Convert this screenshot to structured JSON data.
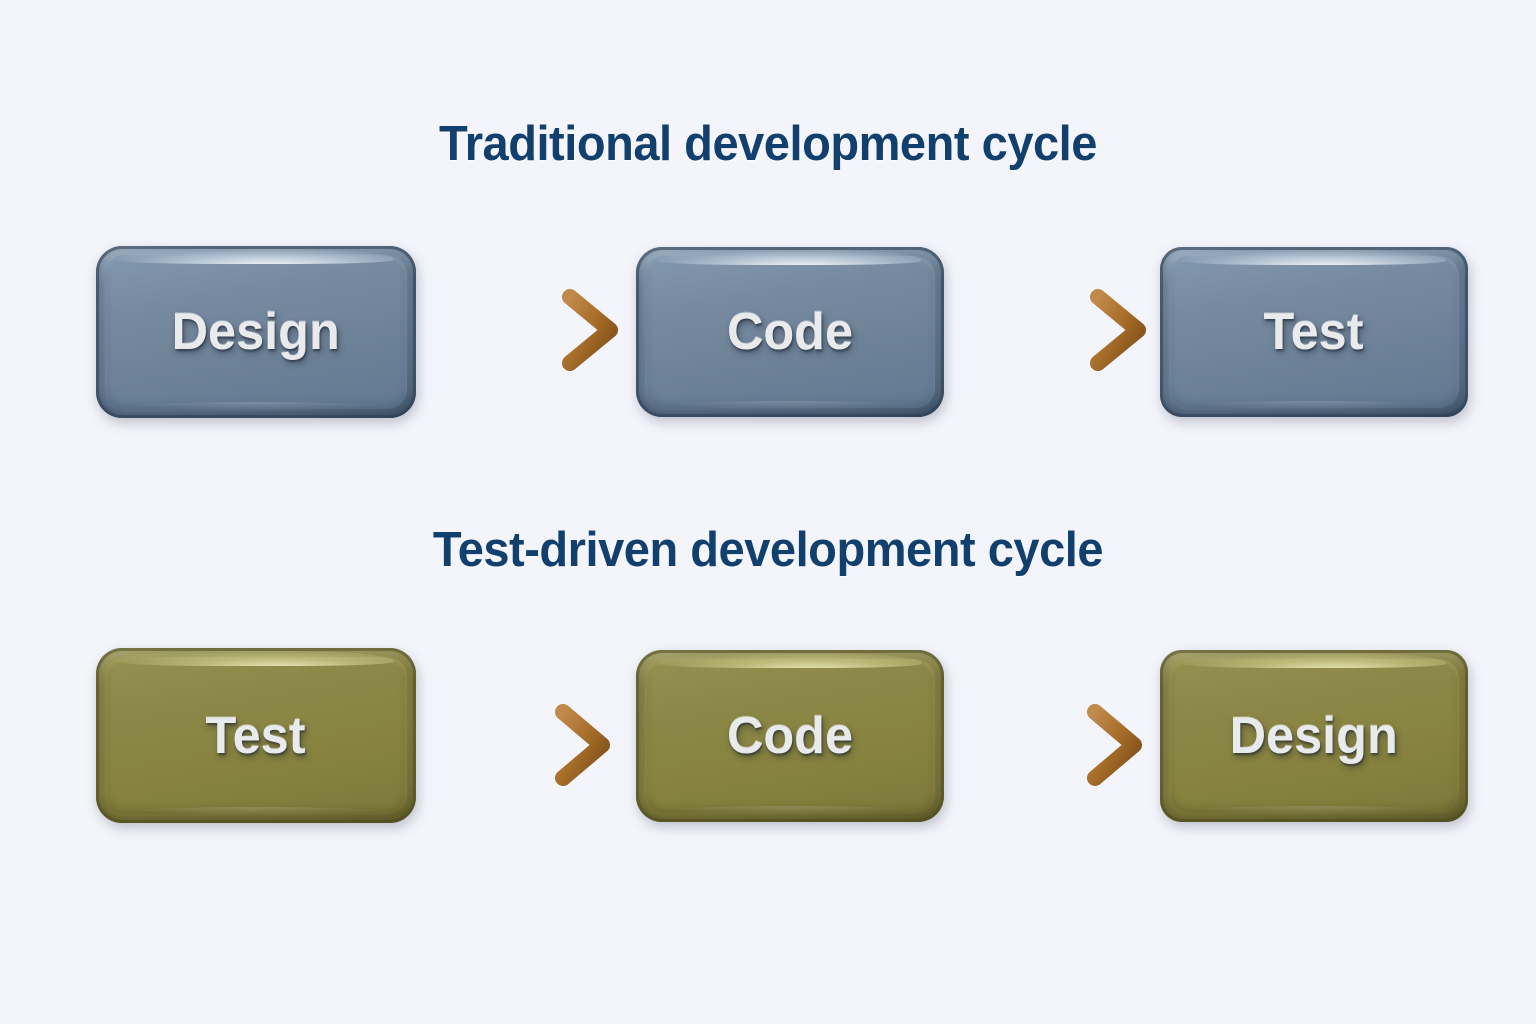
{
  "page": {
    "background_color": "#f4f4fb",
    "title_color": "#11406f",
    "label_color": "#e9eaec",
    "arrow_color": "#a9702b",
    "arrow_highlight_color": "#c99257",
    "arrow_shadow_color": "#7d4f17"
  },
  "sections": [
    {
      "id": "traditional",
      "title": "Traditional development cycle",
      "box_style": "slate",
      "box_fill_color": "#6e8499",
      "steps": [
        {
          "label": "Design"
        },
        {
          "label": "Code"
        },
        {
          "label": "Test"
        }
      ],
      "arrows": [
        {
          "name": "arrow-design-to-code"
        },
        {
          "name": "arrow-code-to-test"
        }
      ]
    },
    {
      "id": "tdd",
      "title": "Test-driven development cycle",
      "box_style": "olive",
      "box_fill_color": "#87833f",
      "steps": [
        {
          "label": "Test"
        },
        {
          "label": "Code"
        },
        {
          "label": "Design"
        }
      ],
      "arrows": [
        {
          "name": "arrow-test-to-code"
        },
        {
          "name": "arrow-code-to-design"
        }
      ]
    }
  ]
}
